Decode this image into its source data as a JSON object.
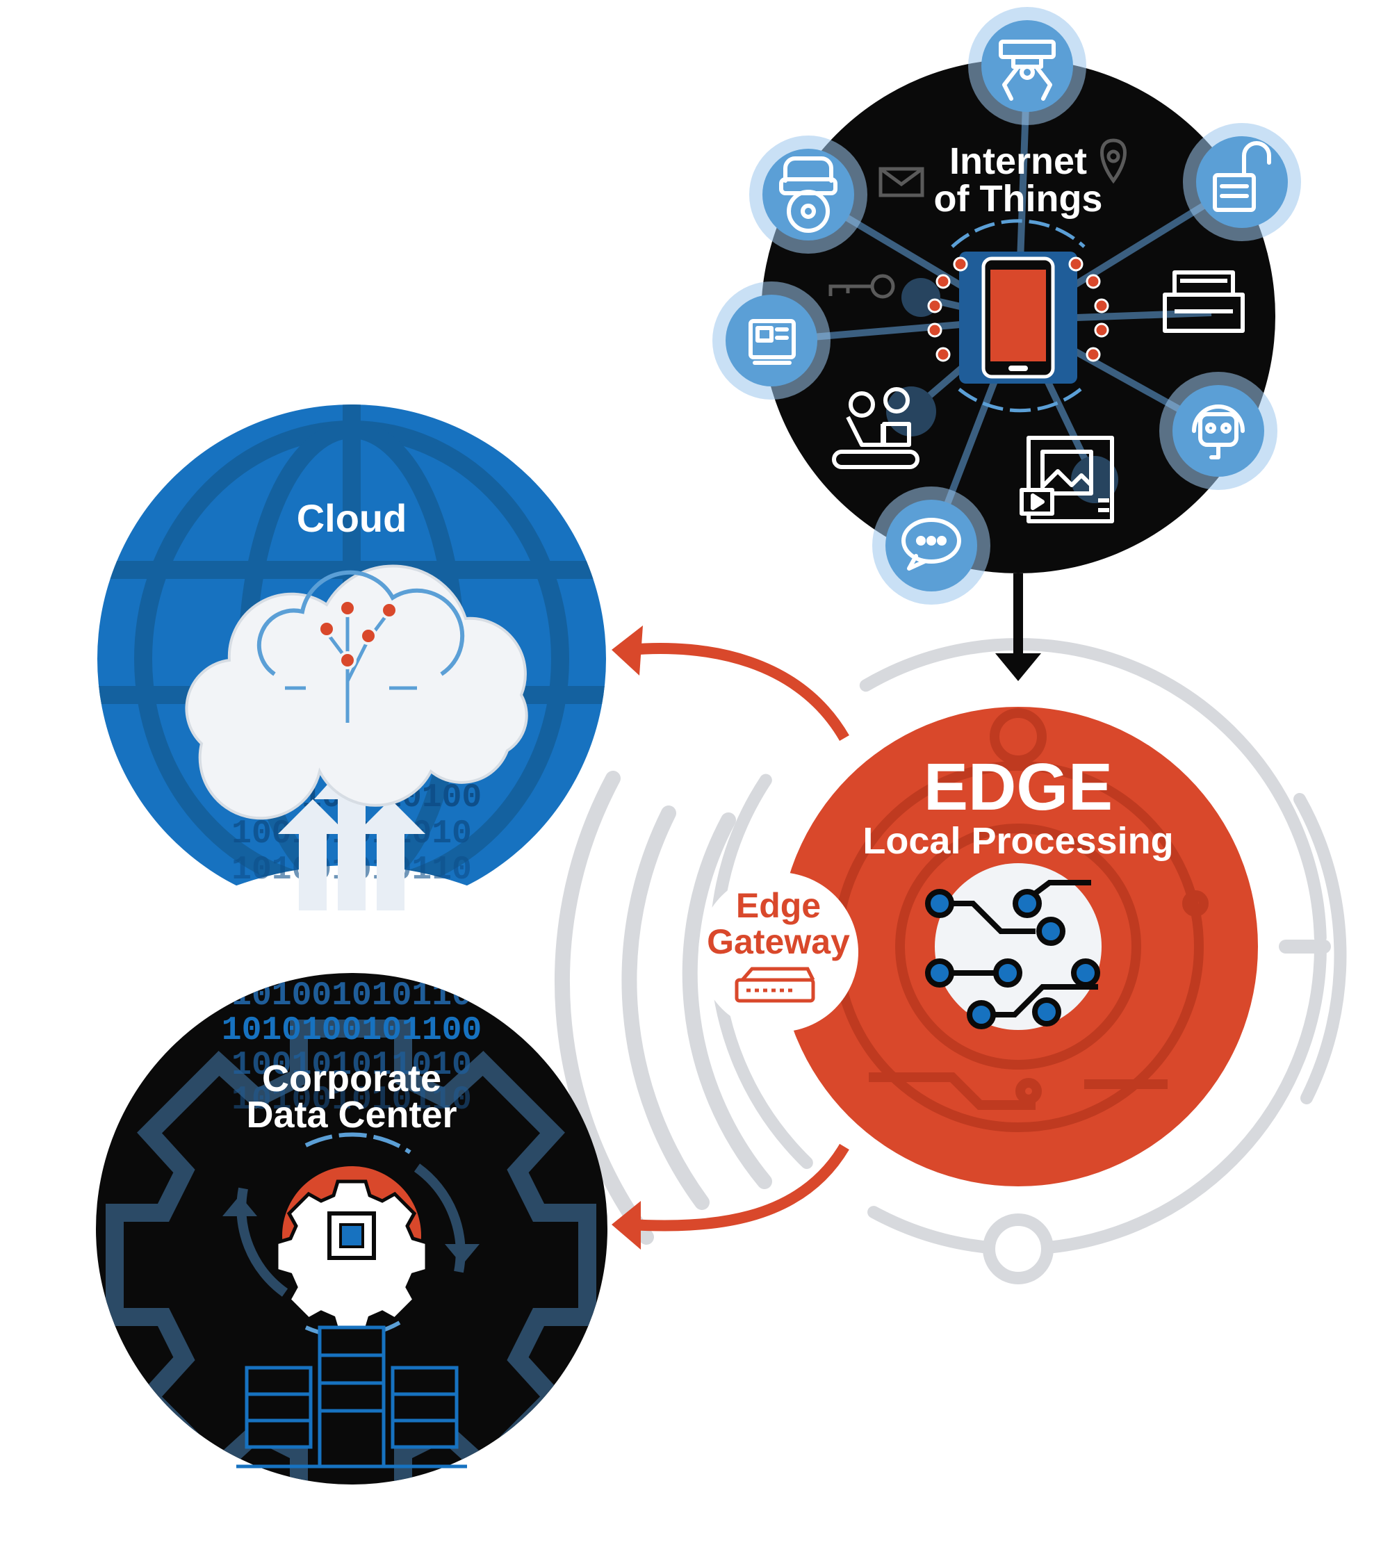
{
  "iot": {
    "title_line1": "Internet",
    "title_line2": "of Things"
  },
  "cloud": {
    "title": "Cloud",
    "binary_lines": [
      "101001010110",
      "1010101010100",
      "100101011010",
      "101001010110"
    ]
  },
  "edge": {
    "title": "EDGE",
    "subtitle": "Local Processing"
  },
  "gateway": {
    "line1": "Edge",
    "line2": "Gateway"
  },
  "datacenter": {
    "title_line1": "Corporate",
    "title_line2": "Data Center",
    "binary_lines": [
      "101001010110",
      "1010100101100",
      "100101011010",
      "101001010110"
    ]
  },
  "colors": {
    "accent_orange": "#d9482b",
    "cloud_blue": "#1772c0",
    "node_blue": "#5b9fd6",
    "dark": "#0a0a0a",
    "ring_gray": "#d7d9dd"
  },
  "icons": [
    "robot-claw-icon",
    "car-icon",
    "envelope-icon",
    "location-pin-icon",
    "open-lock-icon",
    "key-icon",
    "printer-icon",
    "smartphone-chip-icon",
    "control-panel-icon",
    "assembly-robot-icon",
    "support-bot-icon",
    "media-files-icon",
    "chat-bubble-icon",
    "cloud-network-icon",
    "upload-arrows-icon",
    "circuit-icon",
    "router-icon",
    "gear-chip-icon",
    "server-rack-icon"
  ]
}
